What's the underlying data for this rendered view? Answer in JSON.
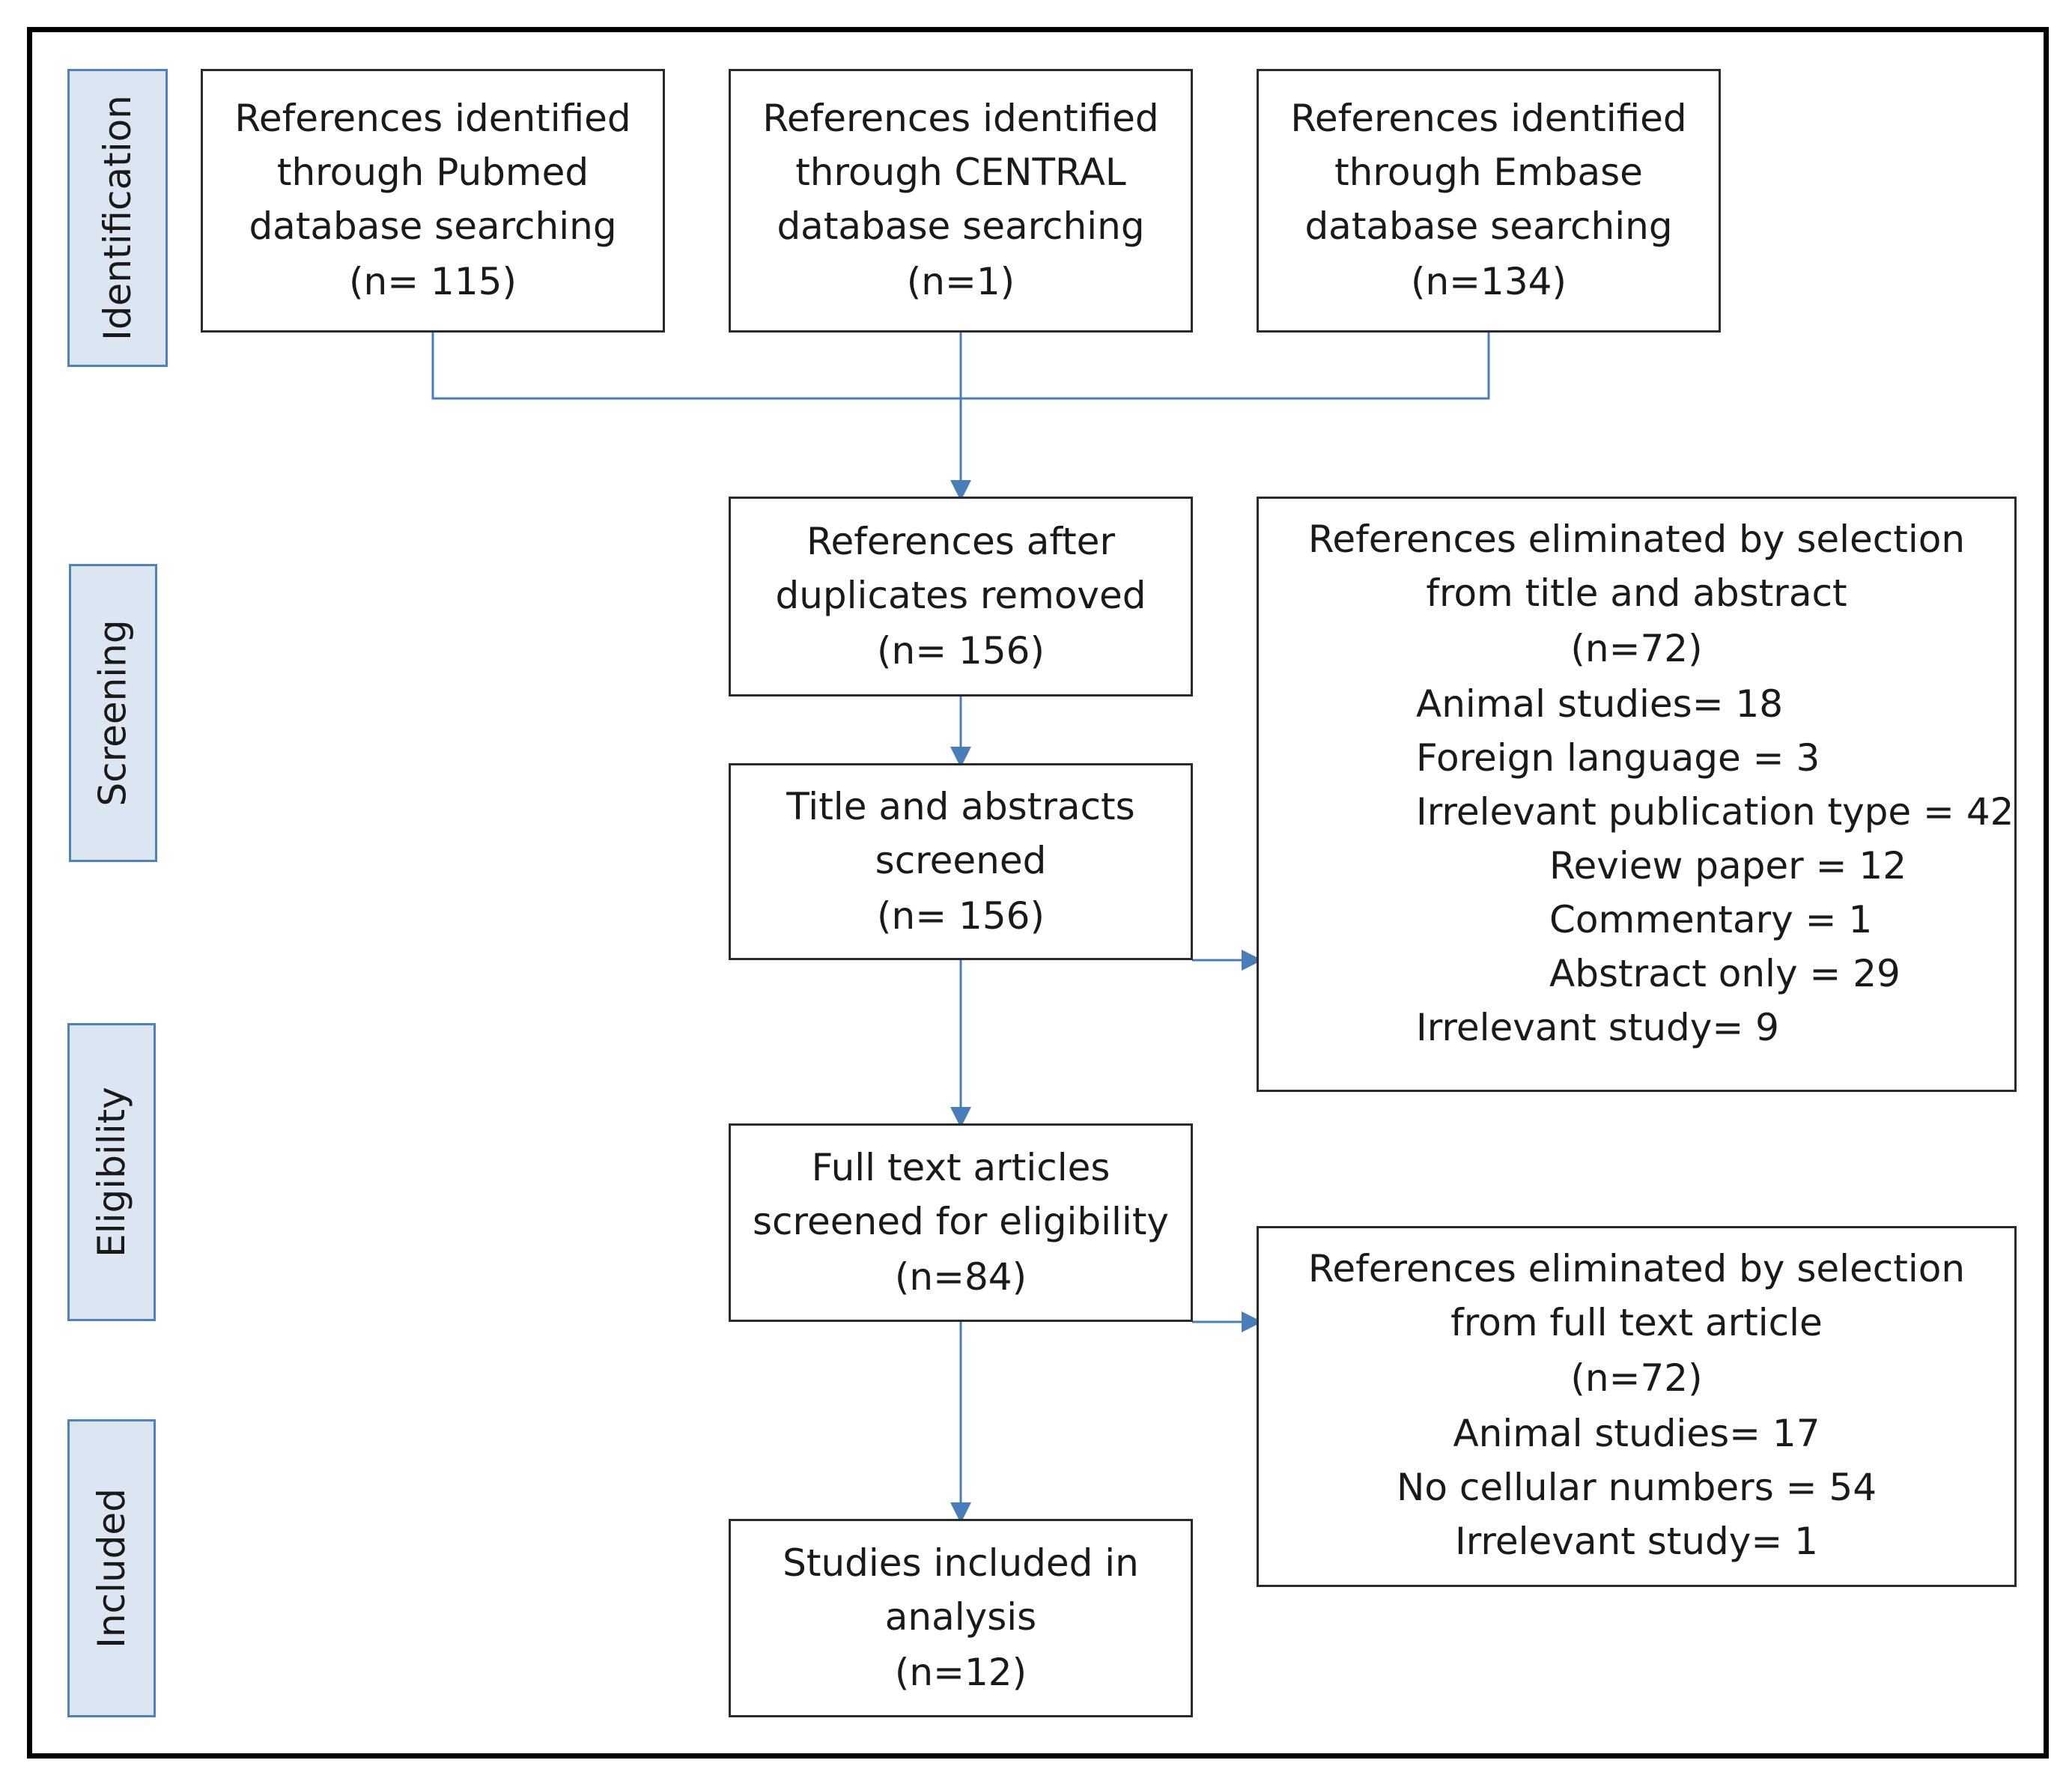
{
  "colors": {
    "phase_fill": "#dce6f2",
    "phase_border": "#4f81bd",
    "connector": "#4a7ebb",
    "box_border": "#2b2b2b",
    "frame": "#000000"
  },
  "phases": {
    "identification": "Identification",
    "screening": "Screening",
    "eligibility": "Eligibility",
    "included": "Included"
  },
  "nodes": {
    "pubmed": {
      "lines": [
        "References identified",
        "through Pubmed",
        "database searching"
      ],
      "count": "(n= 115)"
    },
    "central": {
      "lines": [
        "References identified",
        "through CENTRAL",
        "database searching"
      ],
      "count": "(n=1)"
    },
    "embase": {
      "lines": [
        "References identified",
        "through Embase",
        "database searching"
      ],
      "count": "(n=134)"
    },
    "dedup": {
      "lines": [
        "References after",
        "duplicates removed"
      ],
      "count": "(n= 156)"
    },
    "screened": {
      "lines": [
        "Title and abstracts",
        "screened"
      ],
      "count": "(n= 156)"
    },
    "fulltext": {
      "lines": [
        "Full text articles",
        "screened for eligibility"
      ],
      "count": "(n=84)"
    },
    "included": {
      "lines": [
        "Studies included in",
        "analysis"
      ],
      "count": "(n=12)"
    },
    "excluded_title": {
      "lines": [
        "References eliminated by selection",
        "from title and abstract"
      ],
      "count": "(n=72)",
      "items": [
        {
          "text": "Animal studies= 18",
          "indent": 0
        },
        {
          "text": "Foreign language = 3",
          "indent": 0
        },
        {
          "text": "Irrelevant publication type = 42",
          "indent": 0
        },
        {
          "text": "Review paper = 12",
          "indent": 1
        },
        {
          "text": "Commentary = 1",
          "indent": 1
        },
        {
          "text": "Abstract only = 29",
          "indent": 1
        },
        {
          "text": "Irrelevant study= 9",
          "indent": 0
        }
      ]
    },
    "excluded_fulltext": {
      "lines": [
        "References eliminated by selection",
        "from full text article"
      ],
      "count": "(n=72)",
      "items": [
        "Animal studies= 17",
        "No cellular numbers = 54",
        "Irrelevant study= 1"
      ]
    }
  }
}
